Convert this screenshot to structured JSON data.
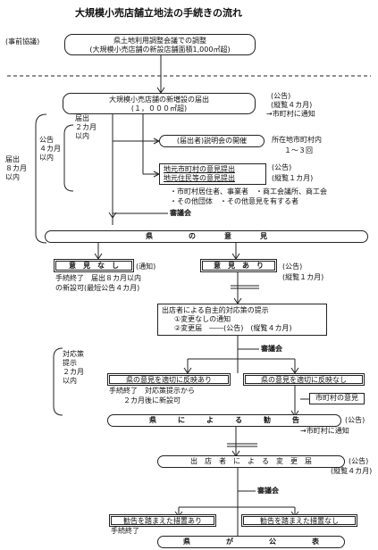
{
  "title": "大規模小売店舗立地法の手続きの流れ",
  "pre_consult": {
    "label": "(事前協議)",
    "box_line1": "県土地利用調整会議での調整",
    "box_line2": "(大規模小売店舗の新設店舗面積1,000㎡超)"
  },
  "notification": {
    "line1": "大規模小売店舗の新増設の届出",
    "line2": "(１，０００㎡超)",
    "note1": "(公告)",
    "note2": "(縦覧４カ月)",
    "note3": "→市町村に通知"
  },
  "side_labels": {
    "todokede_8": [
      "届出",
      "８カ月",
      "以内"
    ],
    "koukoku_4": [
      "公告",
      "４カ月",
      "以内"
    ],
    "todokede_2": [
      "届出",
      "２カ月",
      "以内"
    ],
    "taiou_2": [
      "対応策",
      "提示",
      "２カ月",
      "以内"
    ]
  },
  "briefing": {
    "box": "(届出者)説明会の開催",
    "note1": "所在地市町村内",
    "note2": "１～３回"
  },
  "opinions": {
    "line1": "地元市町村の意見提出",
    "line2": "地元住民等の意見提出",
    "note1": "(公告)",
    "note2": "(縦覧１カ月)",
    "bullet1": "・市町村居住者、事業者　・商工会議所、商工会",
    "bullet2": "・その他団体　・その他意見を有する者"
  },
  "council": "審議会",
  "pref_opinion": "県　　　　　の　　　　意　　　　見",
  "no_opinion": {
    "box": "意　見　な　し",
    "note": "(通知)",
    "sub1": "手続終了　届出８カ月以内",
    "sub2": "の新設可(最短公告４カ月)"
  },
  "has_opinion": {
    "box": "意　見　あ　り",
    "note1": "(公告)",
    "note2": "(縦覧１カ月)"
  },
  "countermeasure": {
    "line1": "出店者による自主的対応策の提示",
    "line2": "①変更なしの通知",
    "line3": "②変更届　――(公告)　(縦覧４カ月)"
  },
  "reflected": {
    "box": "県の意見を適切に反映あり",
    "sub1": "手続終了　対応策提示から",
    "sub2": "２カ月後に新設可"
  },
  "not_reflected": {
    "box": "県の意見を適切に反映なし",
    "city_opinion": "市町村の意見"
  },
  "recommendation": {
    "box": "県　　　に　　　よ　　　る　　　勧　　　告",
    "note1": "(公告)",
    "note2": "→市町村に通知"
  },
  "change_notice": {
    "box": "出　店　者　に　よ　る　変　更　届",
    "note1": "(公告)",
    "note2": "(縦覧４カ月)"
  },
  "measures_yes": {
    "box": "勧告を踏まえた措置あり",
    "sub": "手続終了"
  },
  "measures_no": {
    "box": "勧告を踏まえた措置なし"
  },
  "announcement": "県　　　　　が　　　　　公　　　　　表"
}
